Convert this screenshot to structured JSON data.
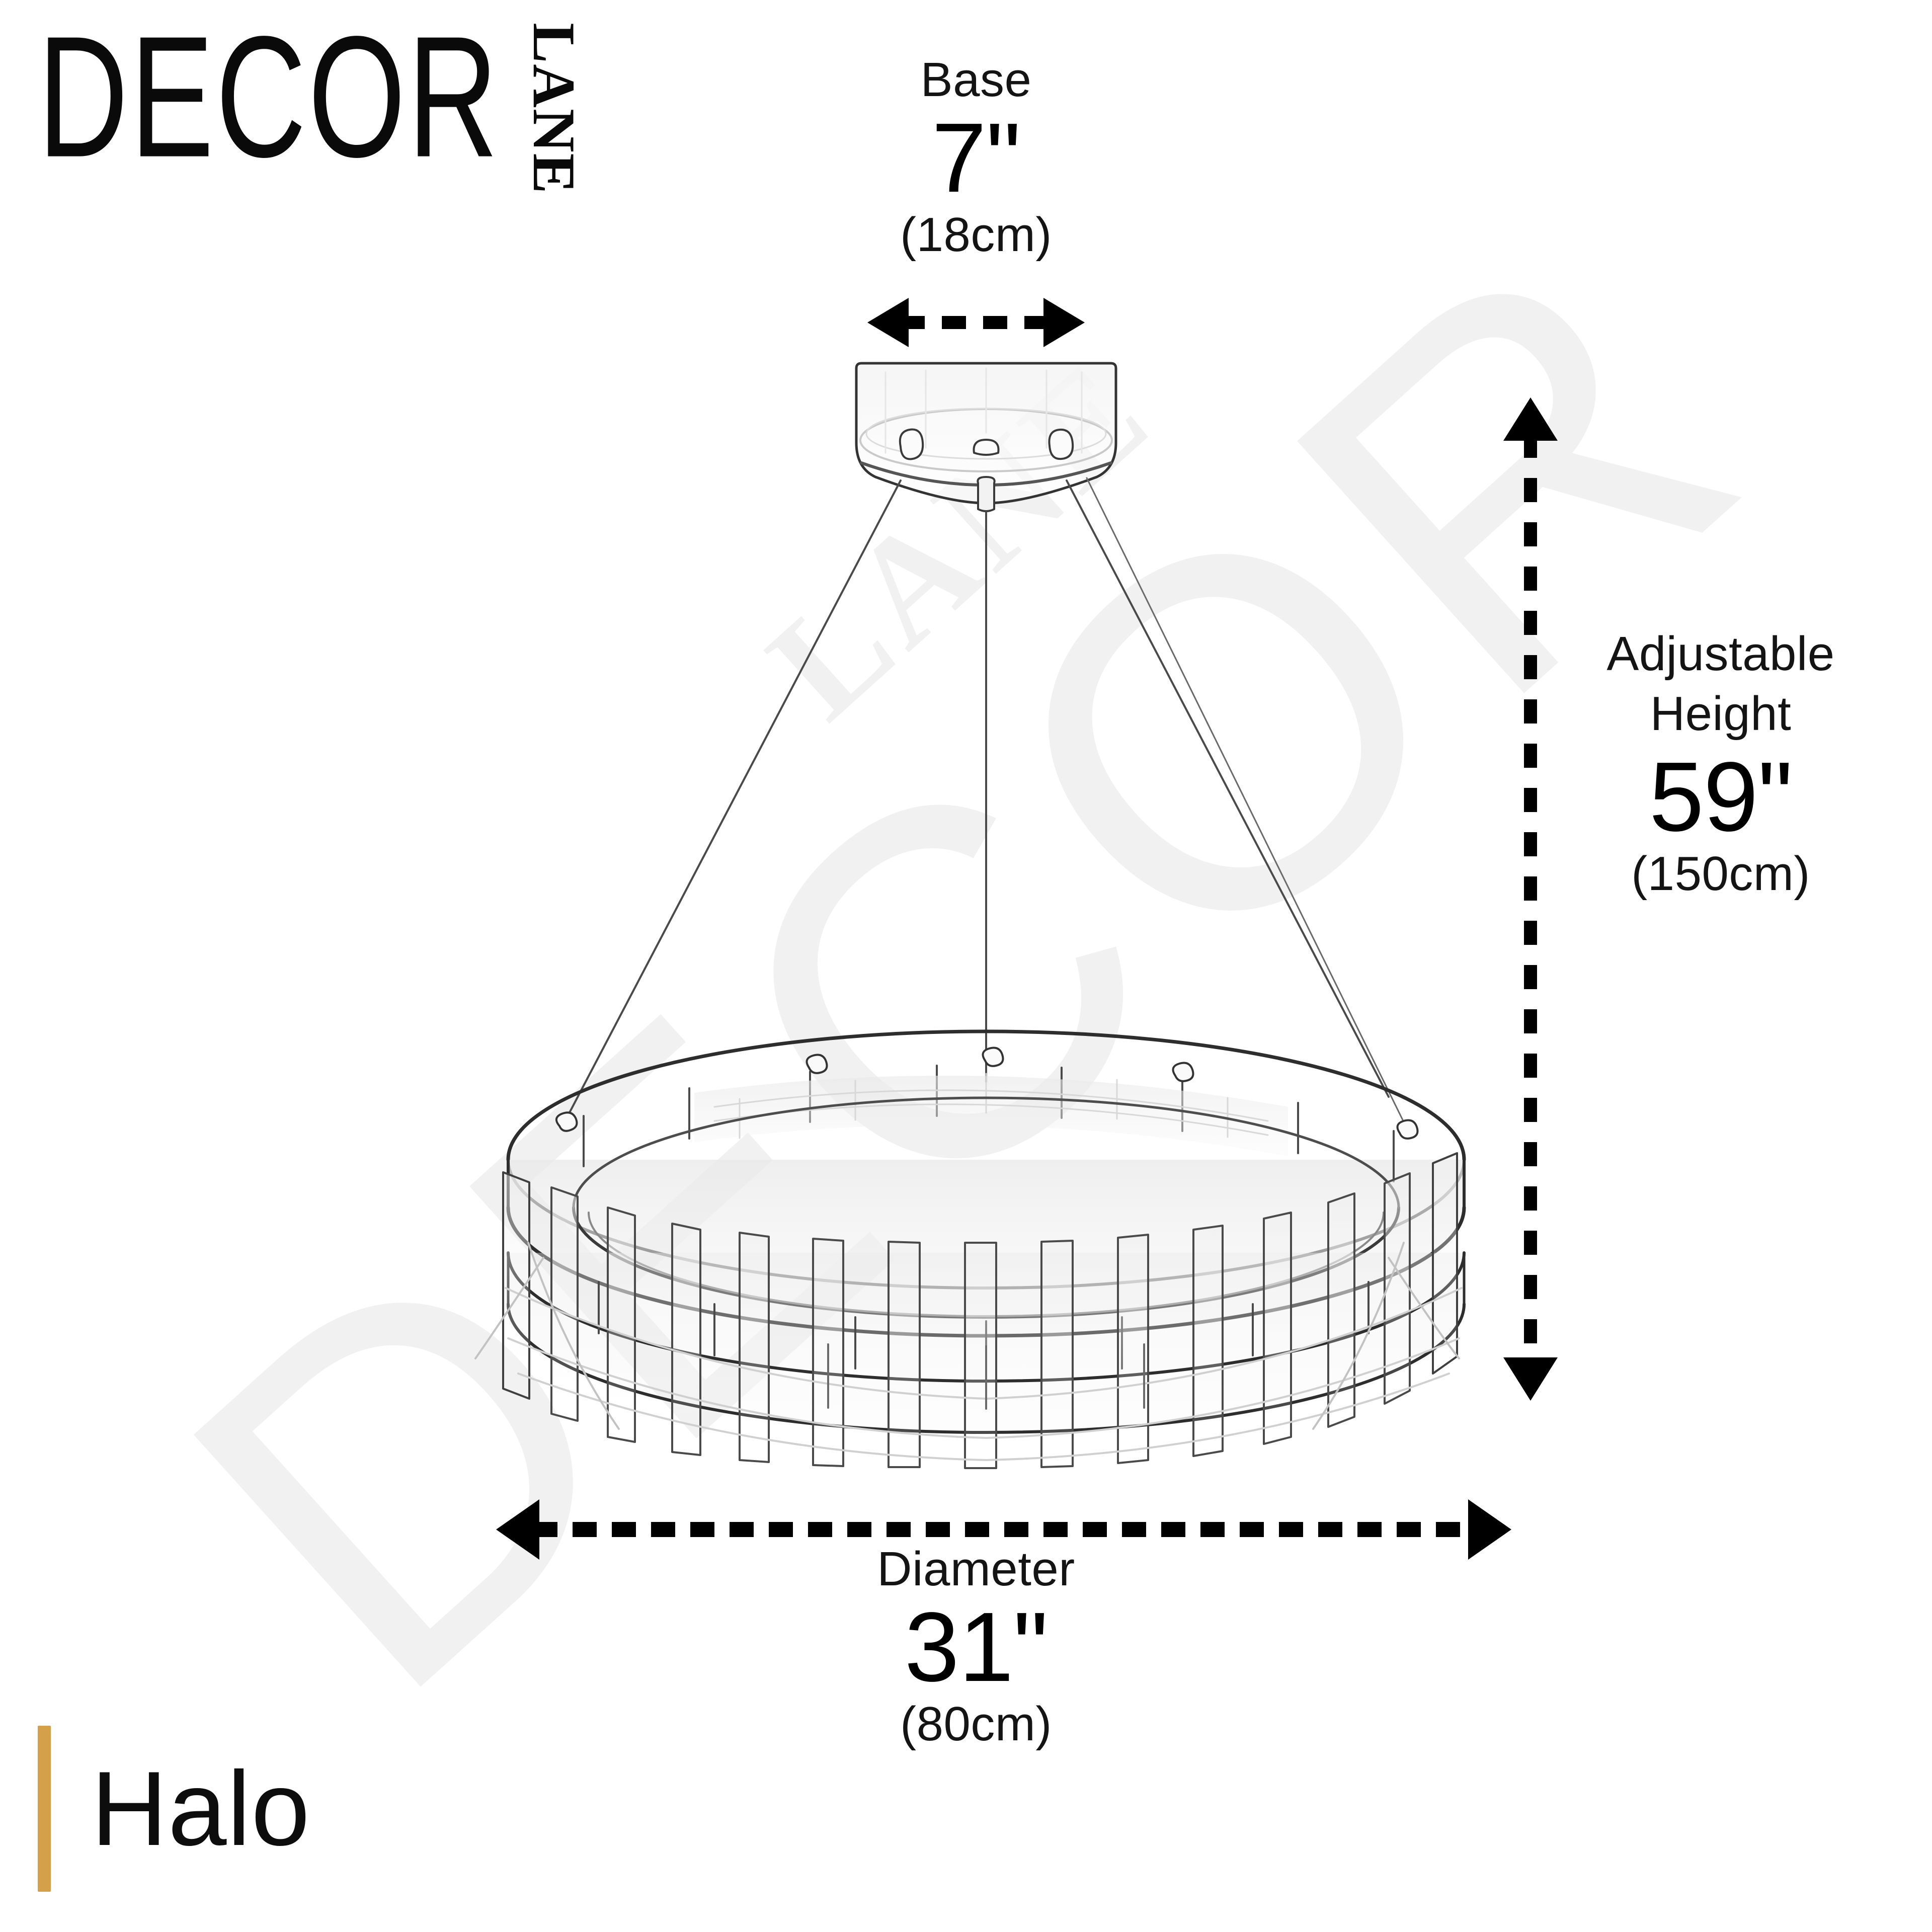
{
  "brand": {
    "name": "DECOR",
    "suffix": "LANE"
  },
  "watermark": {
    "text": "DECOR",
    "sub": "LANE",
    "color": "#F1F1F1"
  },
  "dimensions": {
    "base": {
      "caption": "Base",
      "imperial": "7\"",
      "metric": "(18cm)"
    },
    "height": {
      "caption": "Adjustable Height",
      "imperial": "59\"",
      "metric": "(150cm)"
    },
    "diameter": {
      "caption": "Diameter",
      "imperial": "31\"",
      "metric": "(80cm)"
    }
  },
  "product": {
    "name": "Halo",
    "accent_color": "#D4A04A"
  },
  "drawing": {
    "type": "line-sketch",
    "subject": "round drum halo pendant chandelier",
    "line_color": "#2E2E2E",
    "background": "#FFFFFF"
  }
}
